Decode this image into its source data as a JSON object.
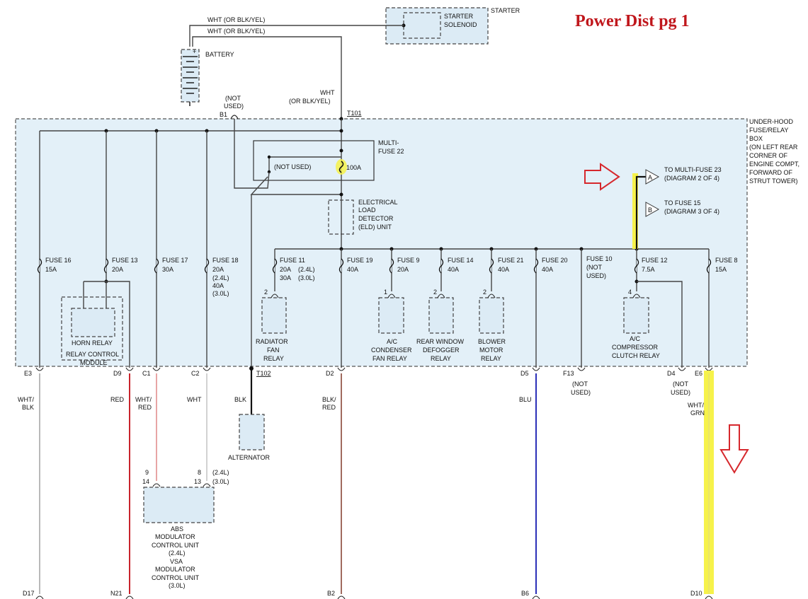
{
  "title": "Power Dist pg 1",
  "colors": {
    "box_fill": "#e3f0f8",
    "highlight": "#f6f24a",
    "red_wire": "#c8242c",
    "blue_wire": "#2b2fb8",
    "pink_wire": "#e8a5a5",
    "brown_wire": "#a06a5e",
    "gray_wire": "#b9b9b9",
    "arrow": "#d6282d"
  },
  "top": {
    "wire_label_1": "WHT (OR BLK/YEL)",
    "wire_label_2": "WHT (OR BLK/YEL)",
    "starter_label": "STARTER",
    "solenoid_line1": "STARTER",
    "solenoid_line2": "SOLENOID",
    "battery_label": "BATTERY",
    "battery_plus": "+",
    "not_used_1": "(NOT",
    "not_used_2": "USED)",
    "b1": "B1",
    "wht1": "WHT",
    "wht2": "(OR BLK/YEL)",
    "t101": "T101"
  },
  "box": {
    "label_lines": [
      "UNDER-HOOD",
      "FUSE/RELAY",
      "BOX",
      "(ON LEFT REAR",
      "CORNER OF",
      "ENGINE COMPT,",
      "FORWARD OF",
      "STRUT TOWER)"
    ],
    "multifuse_1": "MULTI-",
    "multifuse_2": "FUSE 22",
    "not_used": "(NOT USED)",
    "amp_100": "100A",
    "eld_lines": [
      "ELECTRICAL",
      "LOAD",
      "DETECTOR",
      "(ELD) UNIT"
    ],
    "conn_a": "A",
    "conn_b": "B",
    "to_mf23_1": "TO MULTI-FUSE 23",
    "to_mf23_2": "(DIAGRAM 2 OF 4)",
    "to_f15_1": "TO FUSE 15",
    "to_f15_2": "(DIAGRAM 3 OF 4)"
  },
  "fuses": [
    {
      "name": "FUSE 16",
      "rating": "15A"
    },
    {
      "name": "FUSE 13",
      "rating": "20A"
    },
    {
      "name": "FUSE 17",
      "rating": "30A"
    },
    {
      "name": "FUSE 18",
      "rating": "20A",
      "extra": [
        "(2.4L)",
        "40A",
        "(3.0L)"
      ]
    },
    {
      "name": "FUSE 11",
      "rating": "20A",
      "extra": [
        "(2.4L)",
        "30A",
        "(3.0L)"
      ]
    },
    {
      "name": "FUSE 19",
      "rating": "40A"
    },
    {
      "name": "FUSE 9",
      "rating": "20A"
    },
    {
      "name": "FUSE 14",
      "rating": "40A"
    },
    {
      "name": "FUSE 21",
      "rating": "40A"
    },
    {
      "name": "FUSE 20",
      "rating": "40A"
    },
    {
      "name": "FUSE 10",
      "rating": "(NOT",
      "extra": [
        "USED)"
      ]
    },
    {
      "name": "FUSE 12",
      "rating": "7.5A"
    },
    {
      "name": "FUSE 8",
      "rating": "15A"
    }
  ],
  "relays": {
    "horn": "HORN RELAY",
    "rcm_1": "RELAY CONTROL",
    "rcm_2": "MODULE",
    "radiator": [
      "RADIATOR",
      "FAN",
      "RELAY"
    ],
    "ac_condenser": [
      "A/C",
      "CONDENSER",
      "FAN RELAY"
    ],
    "rear_window": [
      "REAR WINDOW",
      "DEFOGGER",
      "RELAY"
    ],
    "blower": [
      "BLOWER",
      "MOTOR",
      "RELAY"
    ],
    "ac_compressor": [
      "A/C",
      "COMPRESSOR",
      "CLUTCH RELAY"
    ],
    "pin_2a": "2",
    "pin_1": "1",
    "pin_2b": "2",
    "pin_2c": "2",
    "pin_4": "4"
  },
  "connectors": {
    "e3": "E3",
    "d9": "D9",
    "c1": "C1",
    "c2": "C2",
    "t102": "T102",
    "d2": "D2",
    "d5": "D5",
    "f13": "F13",
    "d4": "D4",
    "e6": "E6",
    "f13_nu1": "(NOT",
    "f13_nu2": "USED)",
    "d4_nu1": "(NOT",
    "d4_nu2": "USED)"
  },
  "wires": {
    "wht_blk_1": "WHT/",
    "wht_blk_2": "BLK",
    "red": "RED",
    "wht_red_1": "WHT/",
    "wht_red_2": "RED",
    "wht": "WHT",
    "blk": "BLK",
    "blk_red_1": "BLK/",
    "blk_red_2": "RED",
    "blu": "BLU",
    "wht_grn_1": "WHT/",
    "wht_grn_2": "GRN"
  },
  "alternator": "ALTERNATOR",
  "abs": {
    "p9": "9",
    "p14": "14",
    "p8": "8",
    "p13": "13",
    "l24": "(2.4L)",
    "l30": "(3.0L)",
    "lines": [
      "ABS",
      "MODULATOR",
      "CONTROL UNIT",
      "(2.4L)",
      "VSA",
      "MODULATOR",
      "CONTROL UNIT",
      "(3.0L)"
    ]
  },
  "bottom": {
    "d17": "D17",
    "n21": "N21",
    "b2": "B2",
    "b6": "B6",
    "d10": "D10"
  }
}
